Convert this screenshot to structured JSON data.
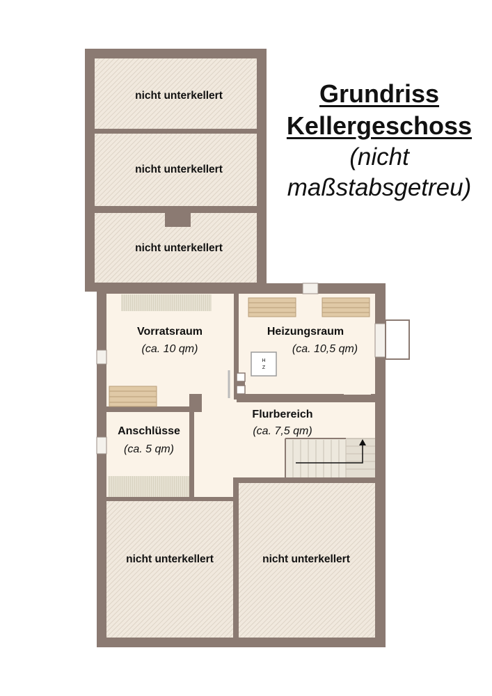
{
  "title": {
    "line1": "Grundriss",
    "line2": "Kellergeschoss",
    "line3": "(nicht",
    "line4": "maßstabsgetreu)"
  },
  "rooms": {
    "top1": "nicht unterkellert",
    "top2": "nicht unterkellert",
    "top3": "nicht unterkellert",
    "vorrat_name": "Vorratsraum",
    "vorrat_area": "(ca. 10 qm)",
    "heizung_name": "Heizungsraum",
    "heizung_area": "(ca. 10,5 qm)",
    "flur_name": "Flurbereich",
    "flur_area": "(ca. 7,5 qm)",
    "anschl_name": "Anschlüsse",
    "anschl_area": "(ca. 5 qm)",
    "bottom_left": "nicht unterkellert",
    "bottom_right": "nicht unterkellert"
  },
  "fixtures": {
    "boiler_line1": "H",
    "boiler_line2": "Z"
  },
  "colors": {
    "wall": "#8b7a72",
    "room_fill": "#fbf3e8",
    "hatch_fill": "#f1e9de",
    "hatch_line": "#ddd3c6",
    "shelf_wood": "#e0c9a6",
    "floor_strip": "#e6e1d2",
    "text": "#111111"
  }
}
